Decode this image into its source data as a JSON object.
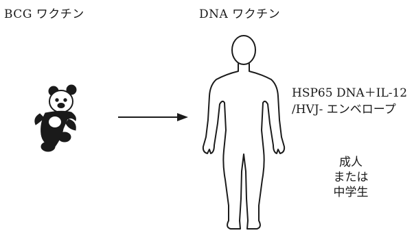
{
  "titles": {
    "bcg": "BCG ワクチン",
    "dna": "DNA ワクチン"
  },
  "construct": {
    "line1": "HSP65 DNA＋IL-12",
    "line2": "/HVJ- エンベロープ"
  },
  "target_group": {
    "line1": "成人",
    "line2": "または",
    "line3": "中学生"
  },
  "icons": {
    "teddy": "teddy-bear-icon",
    "arrow": "arrow-right-icon",
    "figure": "human-figure-icon"
  },
  "colors": {
    "ink": "#1a1a1a",
    "background": "#ffffff"
  }
}
